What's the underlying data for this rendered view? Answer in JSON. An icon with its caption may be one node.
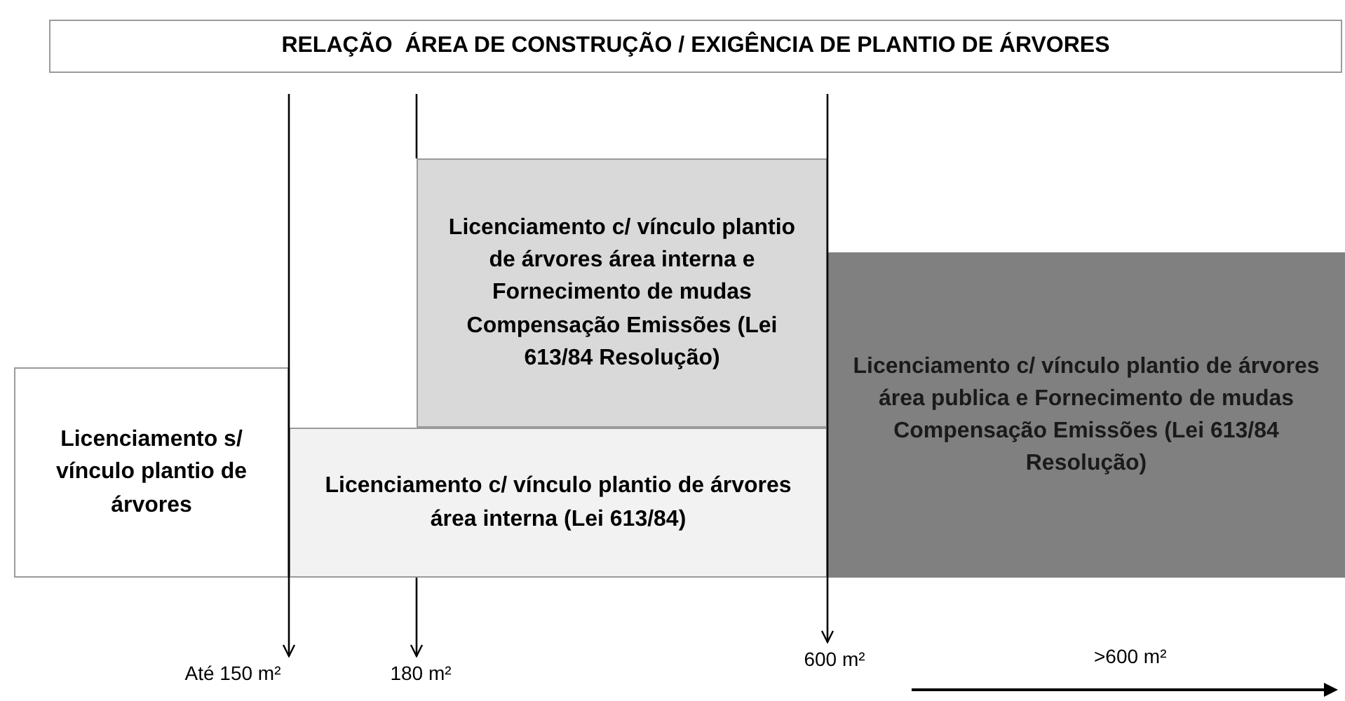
{
  "diagram": {
    "title": "RELAÇÃO  ÁREA DE CONSTRUÇÃO / EXIGÊNCIA DE PLANTIO DE ÁRVORES",
    "nodes": [
      {
        "text": [
          "Licenciamento s/ vínculo plantio de árvores"
        ]
      },
      {
        "text": [
          "Licenciamento c/ vínculo plantio de árvores área interna e Fornecimento de mudas Compensação Emissões (Lei 613/84 Resolução)"
        ]
      },
      {
        "text": [
          "Licenciamento c/ vínculo plantio de árvores área interna (Lei 613/84)"
        ]
      },
      {
        "text": [
          "Licenciamento c/ vínculo plantio de árvores área publica e Fornecimento de mudas Compensação Emissões (Lei 613/84 Resolução)"
        ]
      },
      {
        "text": [
          "Até 150 m²"
        ]
      },
      {
        "text": [
          "180 m²"
        ]
      },
      {
        "text": [
          "600 m²"
        ]
      }
    ],
    "edges": [
      {
        "from": null,
        "to": 4,
        "arrow": "to"
      },
      {
        "from": null,
        "to": 5,
        "arrow": "to"
      },
      {
        "from": null,
        "to": 6,
        "arrow": "to"
      }
    ],
    "labels": [
      ">600 m²"
    ]
  }
}
